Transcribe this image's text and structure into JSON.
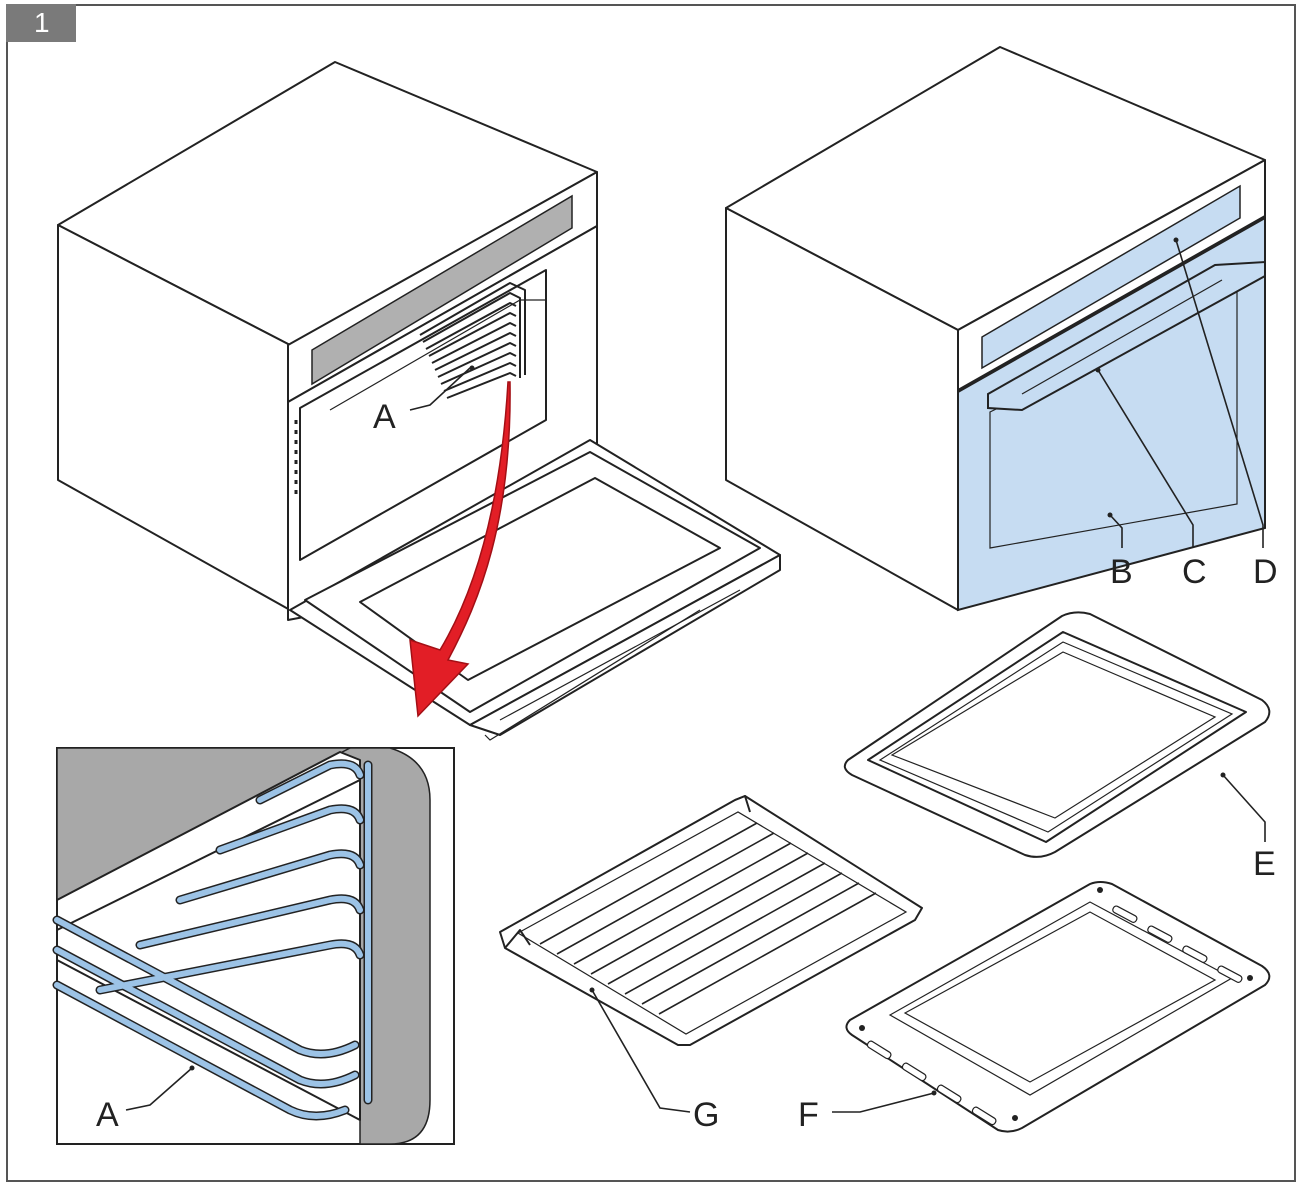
{
  "figure": {
    "number": "1",
    "callouts": {
      "A_top": "A",
      "A_detail": "A",
      "B": "B",
      "C": "C",
      "D": "D",
      "E": "E",
      "F": "F",
      "G": "G"
    }
  },
  "colors": {
    "highlight_blue": "#c6dcf2",
    "rail_blue": "#9cc3e6",
    "arrow_red": "#e21e26",
    "panel_gray": "#a8a8a8",
    "line": "#222222"
  }
}
